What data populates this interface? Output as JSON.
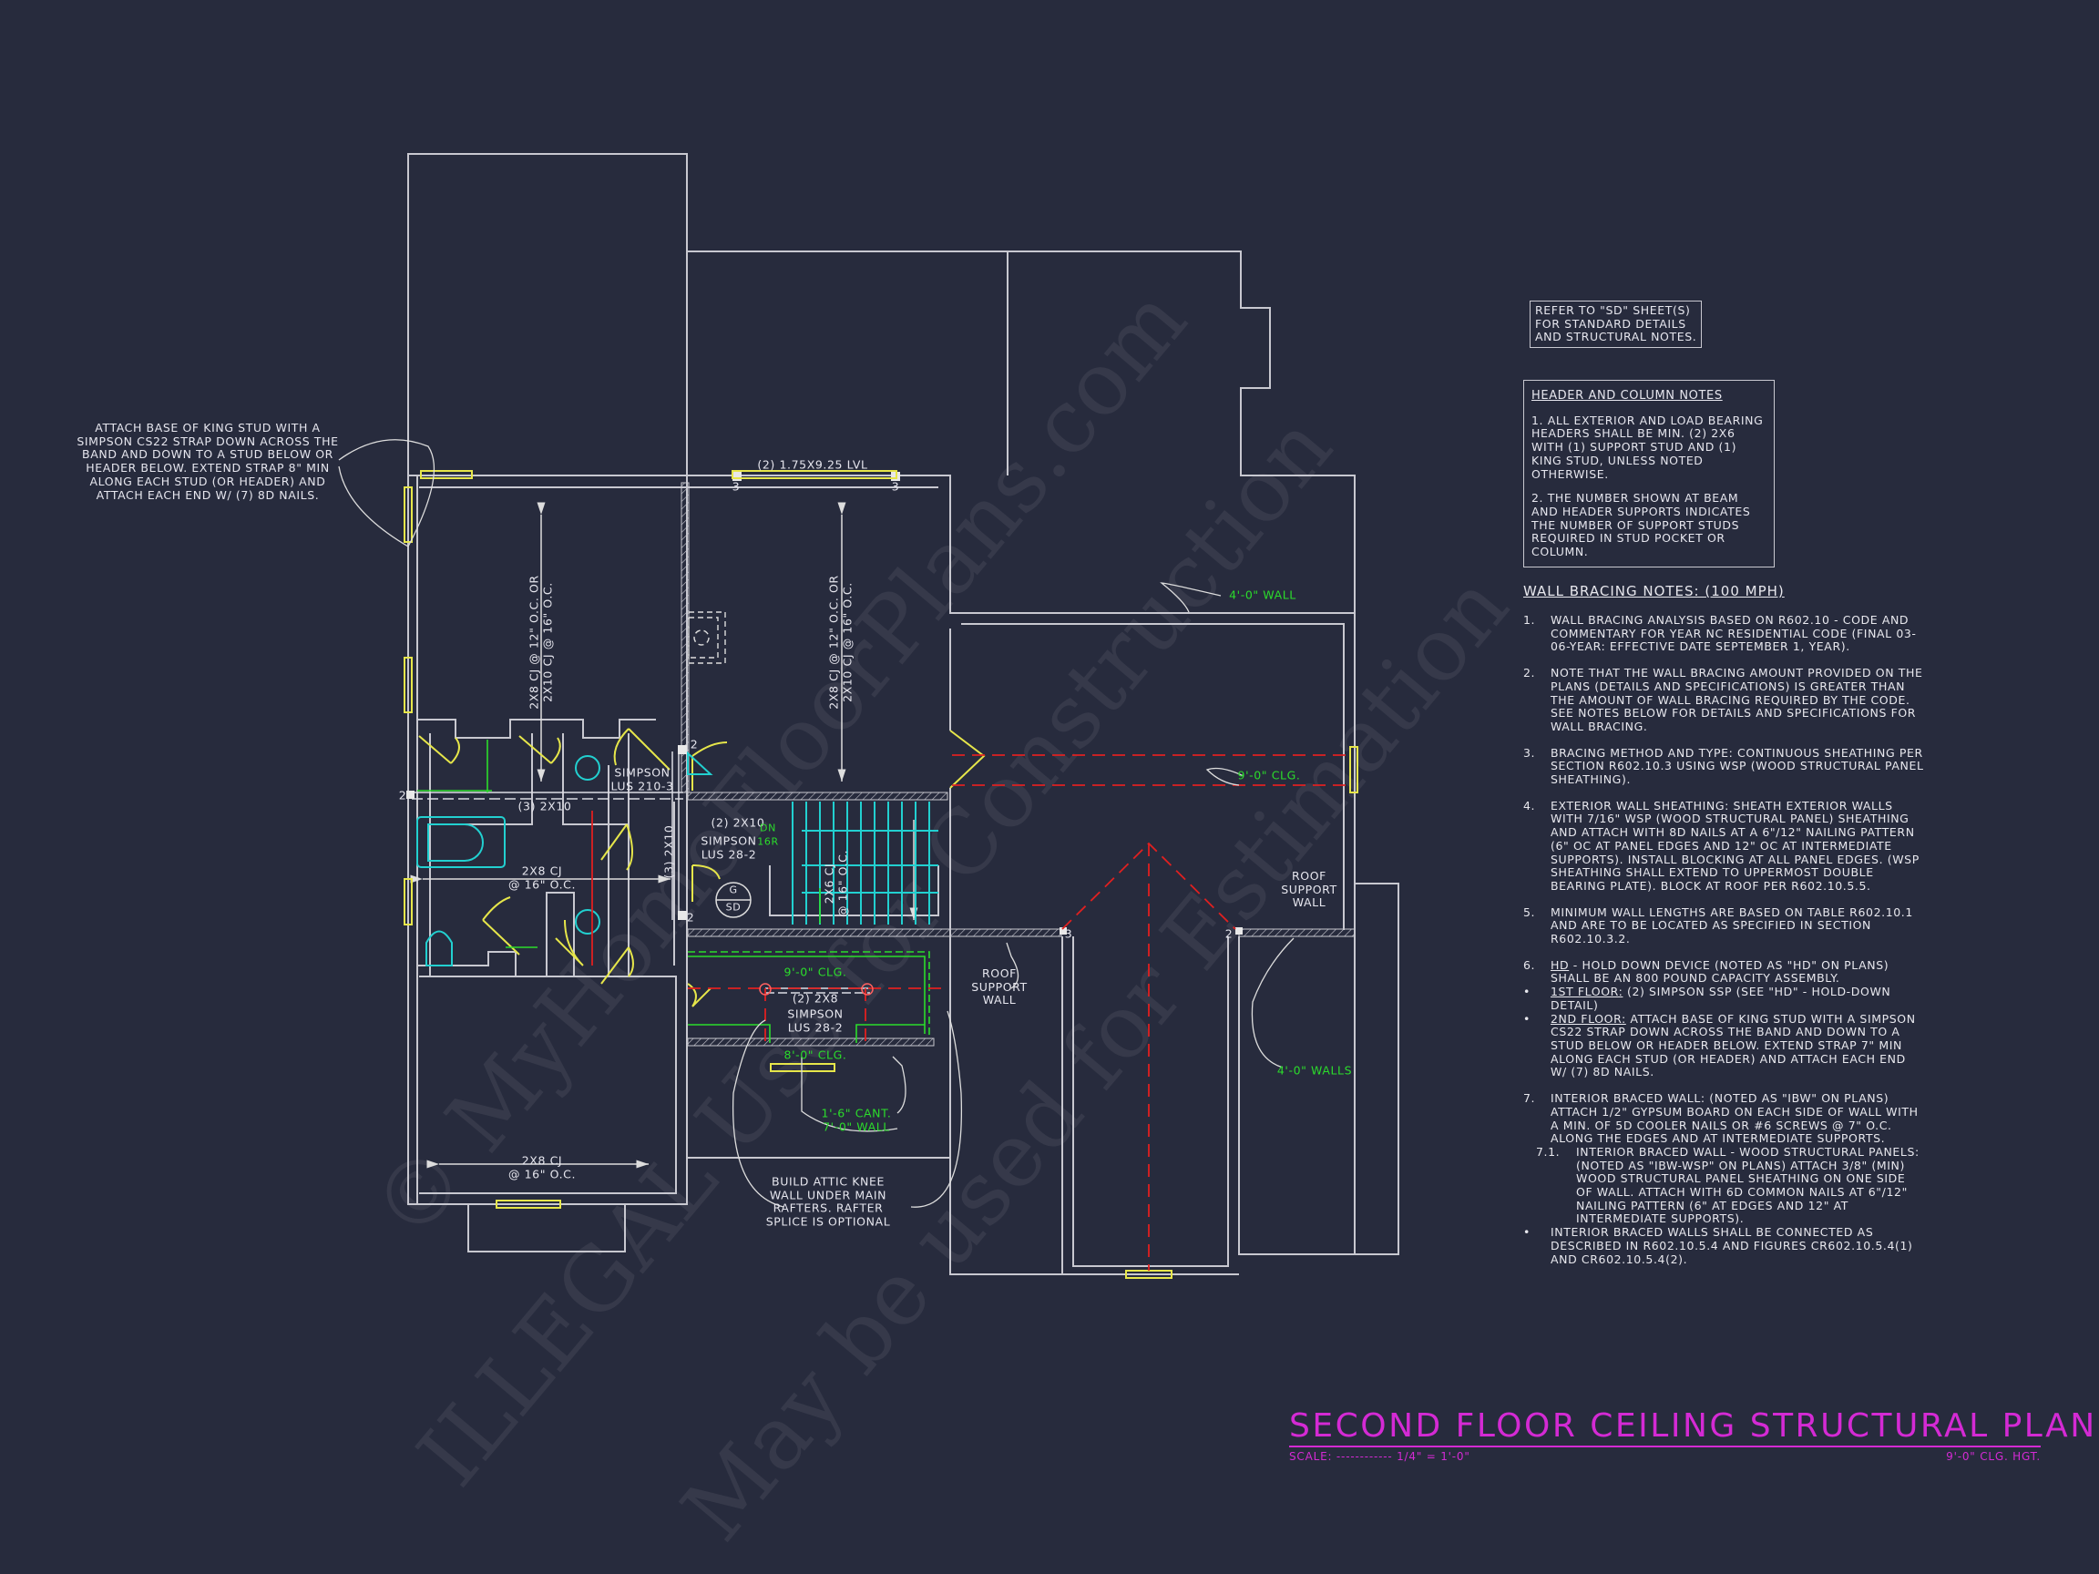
{
  "colors": {
    "background": "#272b3d",
    "walls": "#c8c8d0",
    "windows": "#e6e64a",
    "ceiling_notes": "#2bdc2b",
    "fixtures": "#22d0d0",
    "beams_dashed": "#e02020",
    "title": "#d42ad4"
  },
  "watermark": [
    "© MyHomeFloorPlans.com",
    "ILLEGAL Use for Construction",
    "May be used for Estimation"
  ],
  "callouts": {
    "king_stud": "ATTACH BASE OF KING STUD WITH A\nSIMPSON CS22 STRAP DOWN ACROSS THE\nBAND AND DOWN TO A STUD BELOW OR\nHEADER BELOW.  EXTEND STRAP 8\" MIN\nALONG EACH STUD (OR HEADER) AND\nATTACH EACH END W/ (7) 8d NAILS.",
    "lvl": "(2) 1.75x9.25 LVL",
    "support_3": "3",
    "support_2": "2",
    "cj_bedroom": "2x8 CJ @ 12\" O.C. OR\n2x10 CJ @ 16\" O.C.",
    "simpson_210_3": "SIMPSON\nLUS 210-3",
    "beam_3_2x10": "(3) 2x10",
    "beam_2_2x10": "(2) 2x10",
    "stair_dn": "DN\n16R",
    "simpson_28_2": "SIMPSON\nLUS 28-2",
    "cj_bath": "2x8 CJ\n@ 16\" O.C.",
    "smoke_top": "G",
    "smoke_bottom": "SD",
    "cj_stair": "2x6 CJ\n@ 16\" O.C.",
    "clg_9": "9'-0\" CLG.",
    "beam_2_2x8": "(2) 2x8",
    "clg_8": "8'-0\" CLG.",
    "cant": "1'-6\" CANT.\n7'-0\" WALL",
    "knee_wall": "BUILD ATTIC KNEE\nWALL UNDER MAIN\nRAFTERS.  RAFTER\nSPLICE IS OPTIONAL",
    "cj_bottom": "2x8 CJ\n@ 16\" O.C.",
    "roof_support": "ROOF\nSUPPORT\nWALL",
    "wall_4": "4'-0\" WALL",
    "walls_4": "4'-0\" WALLS"
  },
  "refer_box": "REFER TO \"SD\" SHEET(S)\nFOR STANDARD DETAILS\nAND STRUCTURAL NOTES.",
  "header_notes": {
    "title": "HEADER AND COLUMN NOTES",
    "items": [
      "1. ALL EXTERIOR AND LOAD BEARING HEADERS SHALL BE MIN. (2) 2x6 WITH (1) SUPPORT STUD AND (1) KING STUD, UNLESS NOTED OTHERWISE.",
      "2. THE NUMBER SHOWN AT BEAM AND HEADER SUPPORTS INDICATES THE NUMBER OF SUPPORT STUDS REQUIRED IN STUD POCKET OR COLUMN."
    ]
  },
  "wall_bracing": {
    "title": "WALL BRACING NOTES: (100 MPH)",
    "items": [
      {
        "num": "1.",
        "text": "WALL BRACING ANALYSIS BASED ON R602.10 - CODE AND COMMENTARY FOR YEAR NC RESIDENTIAL CODE (FINAL 03-06-YEAR: EFFECTIVE DATE SEPTEMBER 1, YEAR)."
      },
      {
        "num": "2.",
        "text": "NOTE THAT THE WALL BRACING AMOUNT PROVIDED ON THE PLANS (DETAILS AND SPECIFICATIONS) IS GREATER THAN THE AMOUNT OF WALL BRACING REQUIRED BY THE CODE. SEE NOTES BELOW FOR DETAILS AND SPECIFICATIONS FOR WALL BRACING."
      },
      {
        "num": "3.",
        "text": "BRACING METHOD AND TYPE: CONTINUOUS SHEATHING PER SECTION R602.10.3 USING WSP (WOOD STRUCTURAL PANEL SHEATHING)."
      },
      {
        "num": "4.",
        "text": "EXTERIOR WALL SHEATHING: SHEATH EXTERIOR WALLS WITH 7/16\" WSP (WOOD STRUCTURAL PANEL) SHEATHING AND ATTACH WITH 8d NAILS AT A 6\"/12\" NAILING PATTERN (6\" OC AT PANEL EDGES AND 12\" OC AT INTERMEDIATE SUPPORTS). INSTALL BLOCKING AT ALL PANEL EDGES. (WSP SHEATHING SHALL EXTEND TO UPPERMOST DOUBLE BEARING PLATE). BLOCK AT ROOF PER R602.10.5.5."
      },
      {
        "num": "5.",
        "text": "MINIMUM WALL LENGTHS ARE BASED ON TABLE R602.10.1 AND ARE TO BE LOCATED AS SPECIFIED IN SECTION R602.10.3.2."
      },
      {
        "num": "6.",
        "lead": "HD",
        "text": " - HOLD DOWN DEVICE (NOTED AS \"HD\" ON PLANS) SHALL BE AN 800 POUND CAPACITY ASSEMBLY."
      },
      {
        "num": "•",
        "lead": "1ST FLOOR:",
        "text": " (2) SIMPSON SSP (SEE \"HD\" - HOLD-DOWN DETAIL)"
      },
      {
        "num": "•",
        "lead": "2ND FLOOR:",
        "text": " ATTACH BASE OF KING STUD WITH A SIMPSON CS22 STRAP DOWN ACROSS THE BAND AND DOWN TO A STUD BELOW OR HEADER BELOW. EXTEND STRAP 7\" MIN ALONG EACH STUD (OR HEADER) AND ATTACH EACH END W/ (7) 8d NAILS."
      },
      {
        "num": "7.",
        "text": "INTERIOR BRACED WALL: (NOTED AS \"IBW\" ON PLANS) ATTACH 1/2\" GYPSUM BOARD ON EACH SIDE OF WALL WITH A MIN. OF 5d COOLER NAILS OR #6 SCREWS @ 7\" O.C. ALONG THE EDGES AND AT INTERMEDIATE SUPPORTS."
      },
      {
        "num": "7.1.",
        "text": "INTERIOR BRACED WALL - WOOD STRUCTURAL PANELS: (NOTED AS \"IBW-WSP\" ON PLANS) ATTACH 3/8\" (MIN) WOOD STRUCTURAL PANEL SHEATHING ON ONE SIDE OF WALL. ATTACH WITH 6d COMMON NAILS AT 6\"/12\" NAILING PATTERN (6\" AT EDGES AND 12\" AT INTERMEDIATE SUPPORTS)."
      },
      {
        "num": "•",
        "text": "INTERIOR BRACED WALLS SHALL BE CONNECTED AS DESCRIBED IN R602.10.5.4 AND FIGURES CR602.10.5.4(1) AND CR602.10.5.4(2)."
      }
    ]
  },
  "title_block": {
    "title": "SECOND FLOOR CEILING STRUCTURAL PLAN",
    "scale": "SCALE: ------------ 1/4\" = 1'-0\"",
    "height": "9'-0\" CLG. HGT."
  }
}
